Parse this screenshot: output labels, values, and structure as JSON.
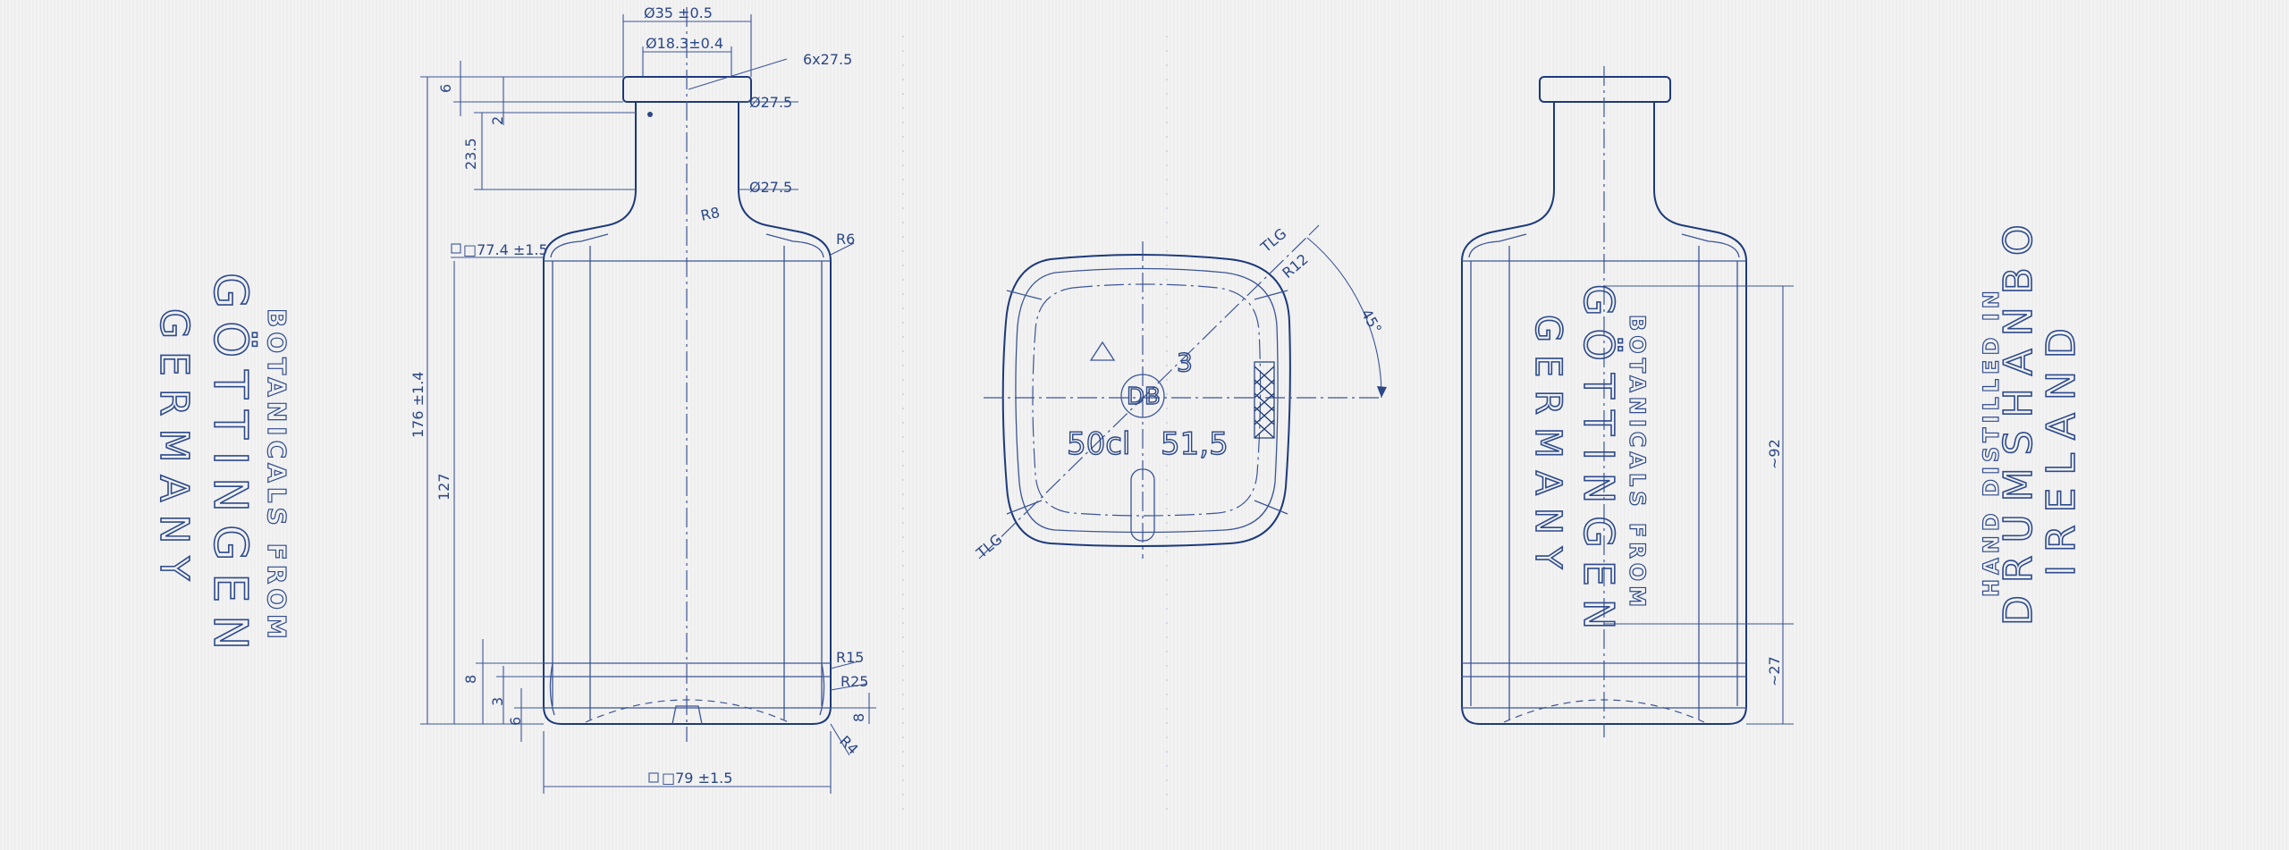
{
  "colors": {
    "background": "#f3f3f3",
    "ink": "#1d3a7a"
  },
  "left_label": {
    "line1": "BOTANICALS FROM",
    "line2": "GÖTTINGEN",
    "line3": "GERMANY"
  },
  "right_label": {
    "line1": "HAND DISTILLED IN",
    "line2": "DRUMSHANBO",
    "line3": "IRELAND"
  },
  "front_view": {
    "dims": {
      "cap_diameter": "Ø35 ±0.5",
      "bore_diameter": "Ø18.3±0.4",
      "thread": "6x27.5",
      "cap_height": "6",
      "lip": "2",
      "neck_top_diameter": "Ø27.5",
      "neck_height": "23.5",
      "neck_bottom_diameter": "Ø27.5",
      "shoulder_radius": "R8",
      "side_radius": "R6",
      "shoulder_square": "□77.4 ±1.5",
      "total_height": "176 ±1.4",
      "body_height": "127",
      "base_ring": "8",
      "base_3": "3",
      "base_6": "6",
      "r15": "R15",
      "r25": "R25",
      "base_8": "8",
      "r4": "R4",
      "base_square": "□79 ±1.5"
    }
  },
  "top_view": {
    "corner_radius": "R12",
    "tlg_top": "TLG",
    "tlg_bottom": "TLG",
    "angle": "45°",
    "volume": "50cl",
    "abv": "51,5",
    "mould_no": "3",
    "code": "DB"
  },
  "side_view": {
    "dim_label": "~92",
    "dim_base": "~27"
  }
}
